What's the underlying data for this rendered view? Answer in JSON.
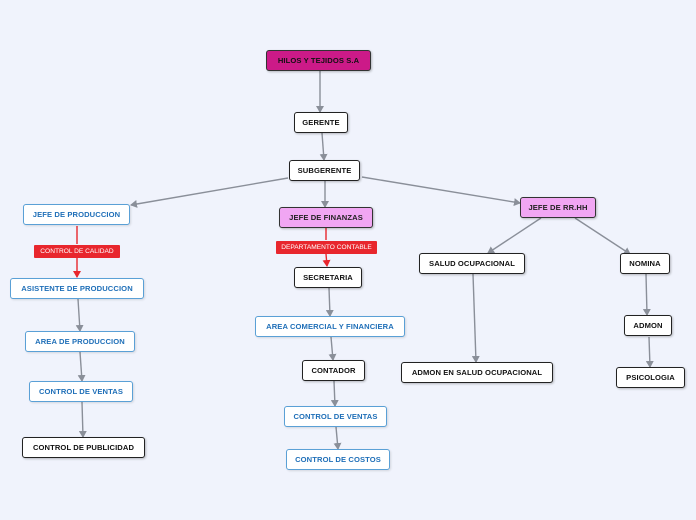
{
  "nodes": {
    "root": "HILOS Y TEJIDOS S.A",
    "gerente": "GERENTE",
    "subgerente": "SUBGERENTE",
    "jefe_produccion": "JEFE DE PRODUCCION",
    "jefe_finanzas": "JEFE DE FINANZAS",
    "jefe_rrhh": "JEFE DE RR.HH",
    "asistente_produccion": "ASISTENTE DE PRODUCCION",
    "area_produccion": "AREA DE PRODUCCION",
    "control_ventas_1": "CONTROL DE VENTAS",
    "control_publicidad": "CONTROL DE PUBLICIDAD",
    "secretaria": "SECRETARIA",
    "area_comercial": "AREA COMERCIAL Y FINANCIERA",
    "contador": "CONTADOR",
    "control_ventas_2": "CONTROL DE VENTAS",
    "control_costos": "CONTROL DE COSTOS",
    "salud_ocupacional": "SALUD OCUPACIONAL",
    "admon_salud": "ADMON EN SALUD OCUPACIONAL",
    "nomina": "NOMINA",
    "admon": "ADMON",
    "psicologia": "PSICOLOGIA"
  },
  "labels": {
    "control_calidad": "CONTROL DE CALIDAD",
    "departamento_contable": "DEPARTAMENTO CONTABLE"
  },
  "colors": {
    "background": "#f0f3fc",
    "root_fill": "#cc1a88",
    "manager_fill": "#f1a6f3",
    "blue_text": "#1f6fb8",
    "label_fill": "#e8262d",
    "connector": "#8a8f99"
  }
}
